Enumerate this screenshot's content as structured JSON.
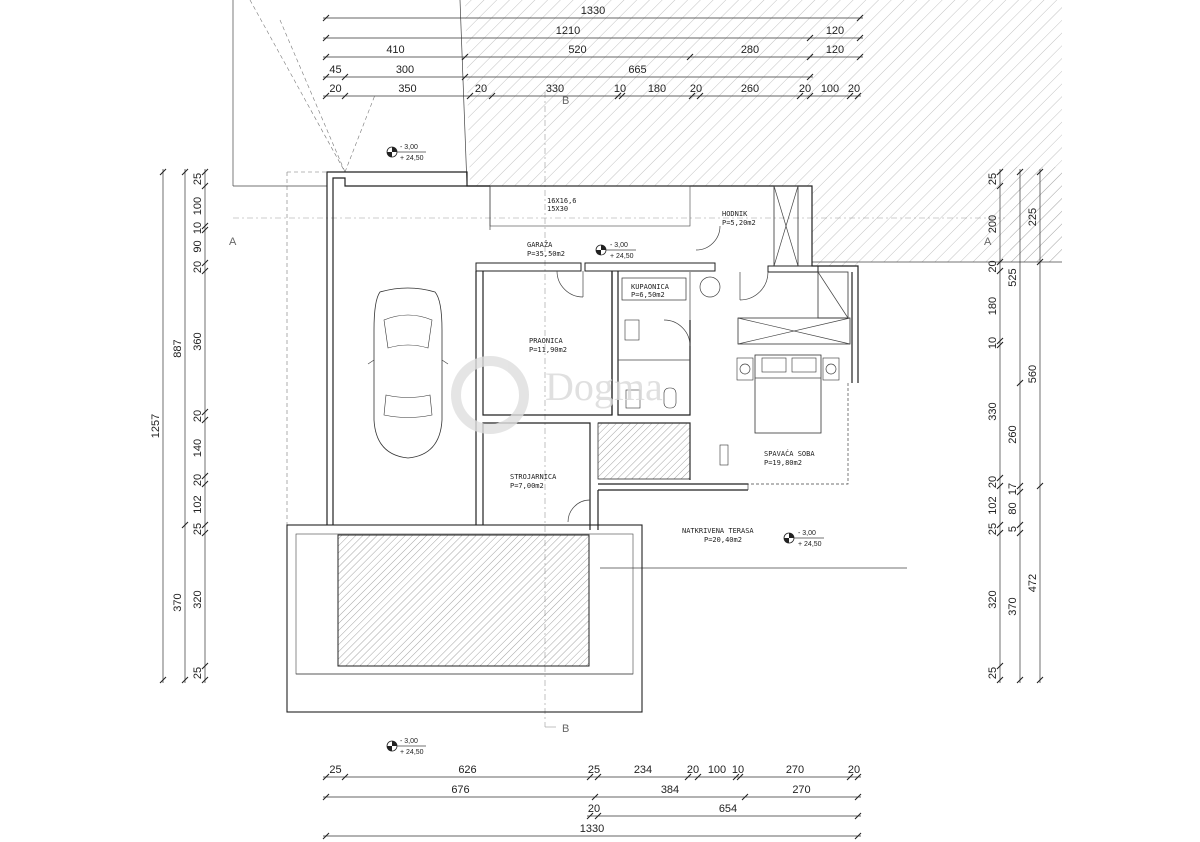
{
  "top_dims": {
    "row1": [
      "1330"
    ],
    "row2": [
      "1210",
      "120"
    ],
    "row3": [
      "410",
      "520",
      "280",
      "120"
    ],
    "row4": [
      "45",
      "300",
      "665"
    ],
    "row5": [
      "20",
      "350",
      "20",
      "330",
      "10",
      "180",
      "20",
      "260",
      "20",
      "100",
      "20"
    ]
  },
  "bottom_dims": {
    "row1": [
      "25",
      "626",
      "25",
      "234",
      "20",
      "100",
      "10",
      "270",
      "20"
    ],
    "row2": [
      "676",
      "384",
      "270"
    ],
    "row3": [
      "20",
      "654"
    ],
    "row4": [
      "1330"
    ]
  },
  "left_dims": {
    "outer": [
      "1257"
    ],
    "middle": [
      "887",
      "370"
    ],
    "inner": [
      "25",
      "100",
      "10",
      "90",
      "20",
      "360",
      "20",
      "140",
      "20",
      "102",
      "25",
      "320",
      "25"
    ]
  },
  "right_dims": {
    "inner": [
      "25",
      "200",
      "20",
      "180",
      "10",
      "330",
      "20",
      "102",
      "25",
      "320",
      "25"
    ],
    "middle": [
      "525",
      "260",
      "17",
      "80",
      "5",
      "370"
    ],
    "outer": [
      "225",
      "560",
      "472"
    ]
  },
  "rooms": {
    "garaza": {
      "name": "GARAŽA",
      "area": "P=35,50m2"
    },
    "hodnik": {
      "name": "HODNIK",
      "area": "P=5,20m2"
    },
    "kupaonica": {
      "name": "KUPAONICA",
      "area": "P=6,50m2"
    },
    "praonica": {
      "name": "PRAONICA",
      "area": "P=11,90m2"
    },
    "strojarnica": {
      "name": "STROJARNICA",
      "area": "P=7,00m2"
    },
    "spavaca": {
      "name": "SPAVAĆA SOBA",
      "area": "P=19,80m2"
    },
    "terasa": {
      "name": "NATKRIVENA TERASA",
      "area": "P=20,40m2"
    }
  },
  "stair_label": {
    "line1": "16X16,6",
    "line2": "15X30"
  },
  "levels": {
    "upper": "- 3,00",
    "lower": "+ 24,50"
  },
  "section_marks": {
    "a": "A",
    "b": "B"
  },
  "watermark": "Dogma",
  "colors": {
    "line": "#222222",
    "hatch": "#9a9a9a",
    "watermark": "#d9d9d9"
  }
}
